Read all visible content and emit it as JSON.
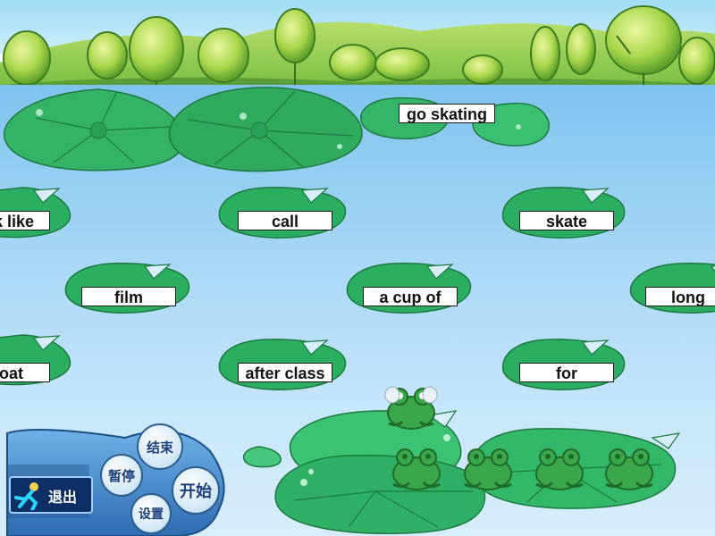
{
  "words": {
    "w1": "go skating",
    "w2": "k like",
    "w3": "call",
    "w4": "skate",
    "w5": "film",
    "w6": "a cup of",
    "w7": "long",
    "w8": "oat",
    "w9": "after class",
    "w10": "for"
  },
  "menu": {
    "exit": "退出",
    "pause": "暂停",
    "end": "结束",
    "start": "开始",
    "settings": "设置"
  },
  "colors": {
    "pad_light": "#3fbf6a",
    "pad_dark": "#1f8e4c",
    "frog": "#3aa84a",
    "water": "#a9d8f5",
    "menu_panel": "#3f7ec4"
  },
  "icons": {
    "exit": "running-person-icon",
    "frog": "frog-icon"
  }
}
